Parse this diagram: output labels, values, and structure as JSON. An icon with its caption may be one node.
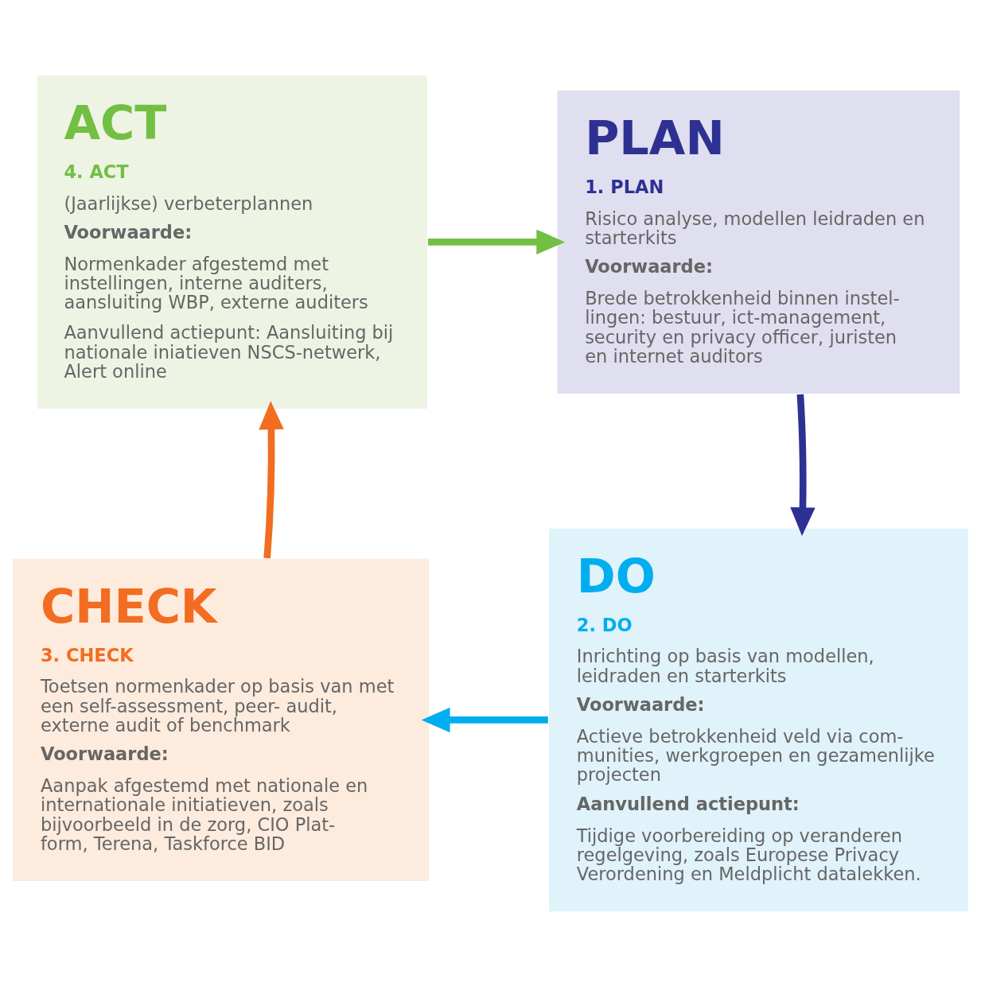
{
  "diagram": {
    "nodes": [
      {
        "text": [
          "ACT",
          "4. ACT",
          "(Jaarlijkse) verbeterplannen",
          "Voorwaarde:",
          "Normenkader afgestemd met instellingen, interne auditers, aansluiting WBP, externe auditers",
          "Aanvullend actiepunt: Aansluiting bij nationale iniatieven NSCS-netwerk, Alert online"
        ]
      },
      {
        "text": [
          "PLAN",
          "1. PLAN",
          "Risico analyse, modellen leidraden en starterkits",
          "Voorwaarde:",
          "Brede betrokkenheid binnen instel- lingen: bestuur, ict-management, security en privacy officer, juristen en internet auditors"
        ]
      },
      {
        "text": [
          "CHECK",
          "3. CHECK",
          "Toetsen normenkader op basis van met een self-assessment, peer- audit, externe audit of benchmark",
          "Voorwaarde:",
          "Aanpak afgestemd met nationale en internationale initiatieven, zoals bijvoorbeeld in de zorg, CIO Plat- form, Terena, Taskforce BID"
        ]
      },
      {
        "text": [
          "DO",
          "2. DO",
          "Inrichting op basis van modellen, leidraden en starterkits",
          "Voorwaarde:",
          "Actieve betrokkenheid veld via com- munities, werkgroepen en gezamenlijke projecten",
          "Aanvullend actiepunt:",
          "Tijdige voorbereiding op veranderen regelgeving, zoals Europese Privacy Verordening en Meldplicht datalekken."
        ]
      }
    ],
    "edges": [
      {
        "from": 1,
        "to": 3,
        "arrow": "to",
        "color": "#2e3192"
      },
      {
        "from": 3,
        "to": 2,
        "arrow": "to",
        "color": "#00aeef"
      },
      {
        "from": 2,
        "to": 0,
        "arrow": "to",
        "color": "#f26d21"
      },
      {
        "from": 0,
        "to": 1,
        "arrow": "to",
        "color": "#72bf44"
      }
    ]
  }
}
